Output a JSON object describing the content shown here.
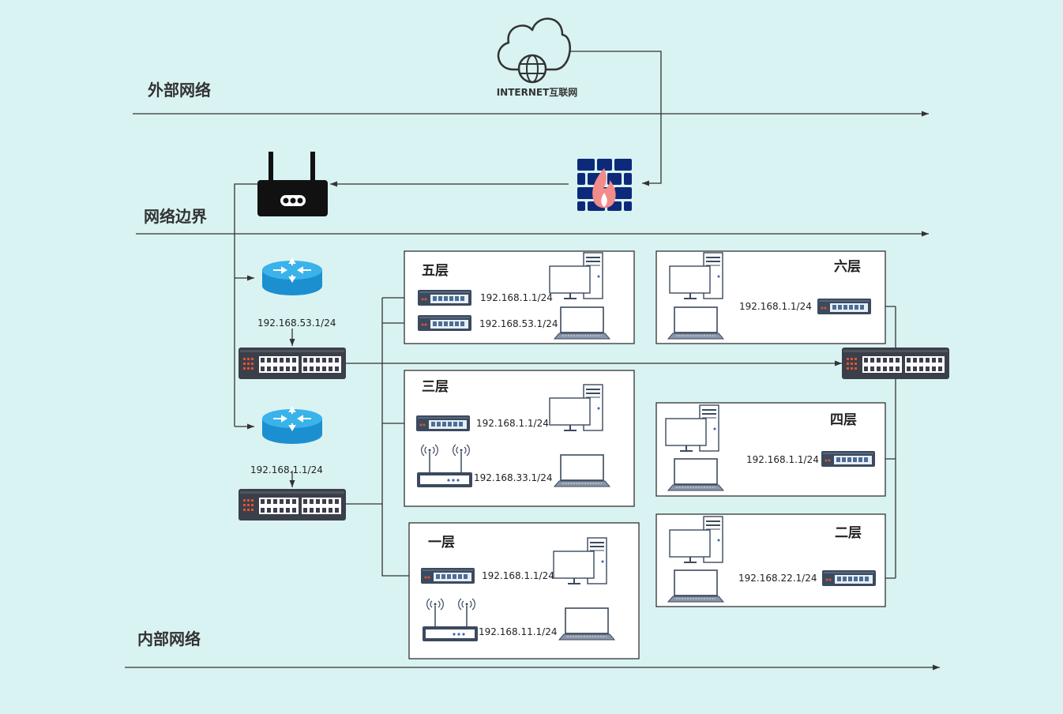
{
  "zones": {
    "external": "外部网络",
    "boundary": "网络边界",
    "internal": "内部网络"
  },
  "internet": {
    "label": "INTERNET互联网",
    "icon": "cloud-globe-icon"
  },
  "floors": {
    "f5": {
      "title": "五层",
      "ip1": "192.168.1.1/24",
      "ip2": "192.168.53.1/24"
    },
    "f3": {
      "title": "三层",
      "ip1": "192.168.1.1/24",
      "ip2": "192.168.33.1/24"
    },
    "f1": {
      "title": "一层",
      "ip1": "192.168.1.1/24",
      "ip2": "192.168.11.1/24"
    },
    "f6": {
      "title": "六层",
      "ip1": "192.168.1.1/24"
    },
    "f4": {
      "title": "四层",
      "ip1": "192.168.1.1/24"
    },
    "f2": {
      "title": "二层",
      "ip1": "192.168.22.1/24"
    }
  },
  "core": {
    "router1_ip": "192.168.53.1/24",
    "router2_ip": "192.168.1.1/24"
  },
  "colors": {
    "background": "#d9f3f2",
    "switch_body": "#3b3f4a",
    "port_blue": "#4a6e96",
    "router_blue": "#2a9fdc",
    "firewall_blue": "#0d2a7a",
    "flame": "#f38b8b"
  }
}
